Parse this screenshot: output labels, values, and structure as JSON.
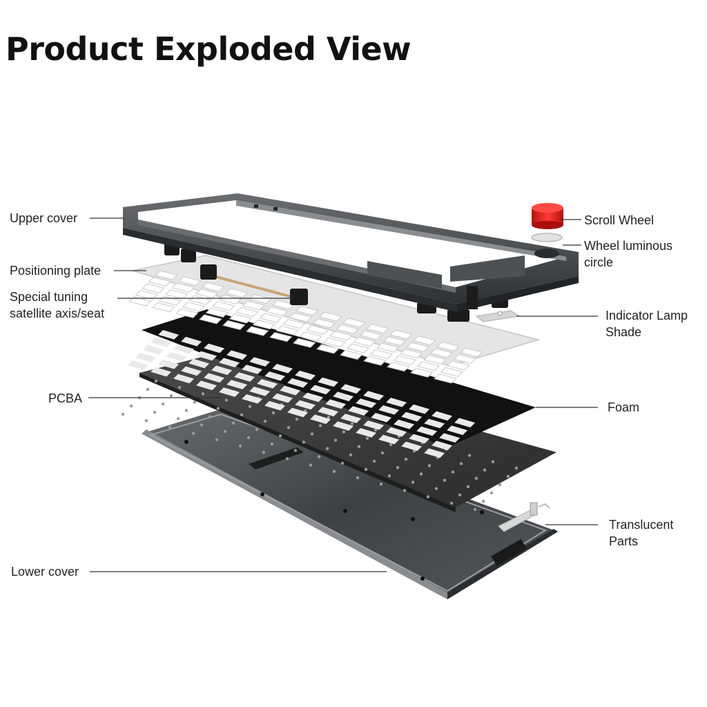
{
  "title": "Product Exploded View",
  "labels": {
    "upper_cover": "Upper cover",
    "positioning_plate": "Positioning plate",
    "special_tuning_1": "Special tuning",
    "special_tuning_2": "satellite axis/seat",
    "pcba": "PCBA",
    "lower_cover": "Lower cover",
    "scroll_wheel": "Scroll Wheel",
    "wheel_luminous_1": "Wheel luminous",
    "wheel_luminous_2": "circle",
    "indicator_1": "Indicator Lamp",
    "indicator_2": "Shade",
    "foam": "Foam",
    "translucent_1": "Translucent",
    "translucent_2": "Parts"
  },
  "colors": {
    "frame": "#3d3f43",
    "plate": "#e6e6e6",
    "foam": "#1c1c1c",
    "pcb": "#3a3a3a",
    "case": "#4a4c50",
    "scroll_wheel": "#e0201c"
  }
}
